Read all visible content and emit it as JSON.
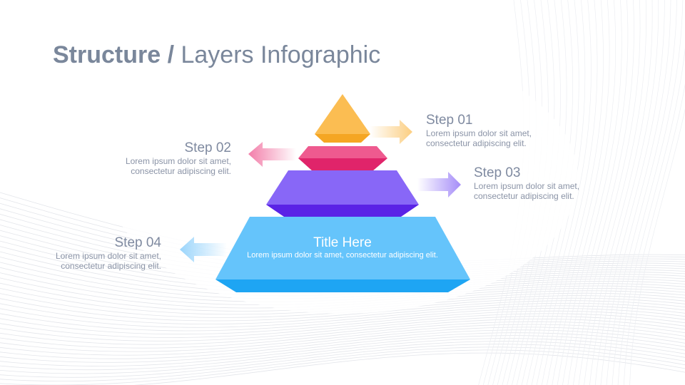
{
  "slide": {
    "title_bold": "Structure",
    "title_sep": " / ",
    "title_rest": "Layers Infographic"
  },
  "steps": [
    {
      "head": "Step 01",
      "body": "Lorem ipsum dolor sit amet,\nconsectetur adipiscing elit.",
      "color": "#fbb94a"
    },
    {
      "head": "Step 02",
      "body": "Lorem ipsum dolor sit amet,\nconsectetur adipiscing elit.",
      "color": "#ee4e86"
    },
    {
      "head": "Step 03",
      "body": "Lorem ipsum dolor sit amet,\nconsectetur adipiscing elit.",
      "color": "#7d5cf5"
    },
    {
      "head": "Step 04",
      "body": "Lorem ipsum dolor sit amet,\nconsectetur adipiscing elit.",
      "color": "#5bbaf9"
    }
  ],
  "center": {
    "title": "Title Here",
    "body": "Lorem ipsum dolor sit amet, consectetur adipiscing elit."
  }
}
